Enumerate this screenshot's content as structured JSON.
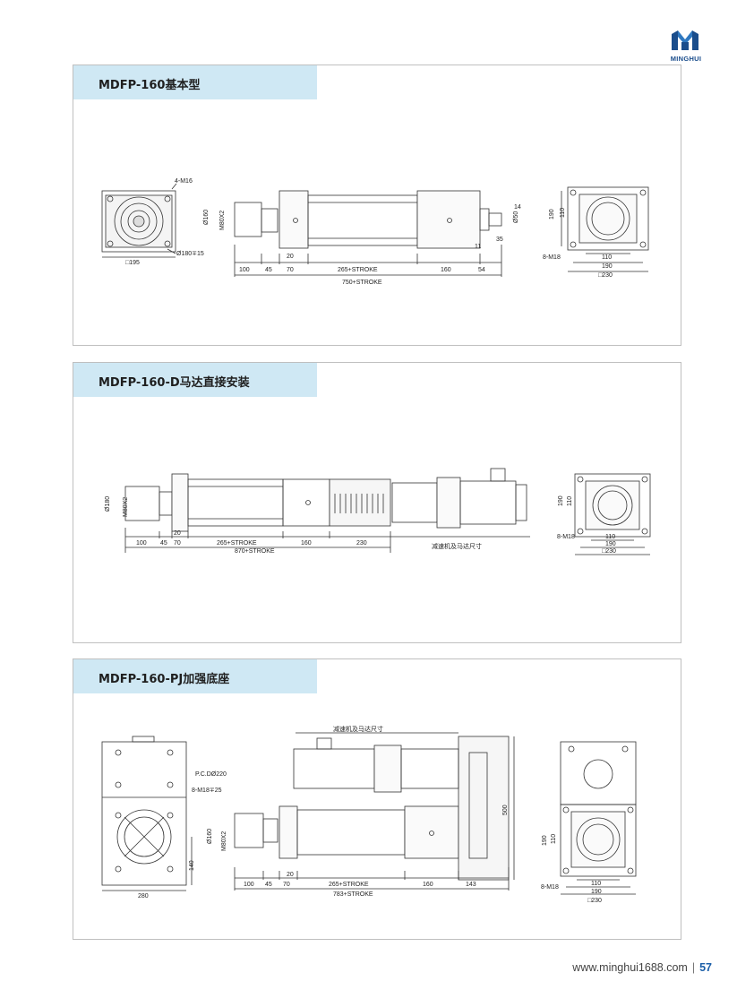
{
  "brand": {
    "name": "MINGHUI",
    "color": "#1a4d8c"
  },
  "sections": [
    {
      "title": "MDFP-160基本型",
      "side_labels": {
        "thread": "4-M16",
        "bolt_circle": "Ø180∓15",
        "square": "□195"
      },
      "labels": {
        "dia": "Ø160",
        "thread": "M80X2",
        "d_small": "Ø50",
        "s14": "14",
        "s35": "35",
        "s11": "11",
        "s20": "20"
      },
      "dims": [
        "100",
        "45",
        "70",
        "265+STROKE",
        "160",
        "54"
      ],
      "total": "750+STROKE",
      "end_view": {
        "h190": "190",
        "h110": "110",
        "holes": "8-M18",
        "w110": "110",
        "w190": "190",
        "sq": "□230"
      }
    },
    {
      "title": "MDFP-160-D马达直接安装",
      "labels": {
        "dia": "Ø180",
        "thread": "M80X2",
        "s20": "20"
      },
      "dims": [
        "100",
        "45",
        "70",
        "265+STROKE",
        "160",
        "230"
      ],
      "total": "870+STROKE",
      "motor_note": "减速机及马达尺寸",
      "end_view": {
        "h190": "190",
        "h110": "110",
        "holes": "8-M18",
        "w110": "110",
        "w190": "190",
        "sq": "□230"
      }
    },
    {
      "title": "MDFP-160-PJ加强底座",
      "side_labels": {
        "pcd": "P.C.DØ220",
        "holes": "8-M18∓25",
        "w280": "280",
        "h140": "140"
      },
      "labels": {
        "dia": "Ø160",
        "thread": "M80X2",
        "s20": "20",
        "h500": "500"
      },
      "dims": [
        "100",
        "45",
        "70",
        "265+STROKE",
        "160",
        "143"
      ],
      "total": "783+STROKE",
      "motor_note": "减速机及马达尺寸",
      "end_view": {
        "h190": "190",
        "h110": "110",
        "holes": "8-M18",
        "w110": "110",
        "w190": "190",
        "sq": "□230"
      }
    }
  ],
  "footer": {
    "url": "www.minghui1688.com",
    "separator": "|",
    "page": "57"
  }
}
